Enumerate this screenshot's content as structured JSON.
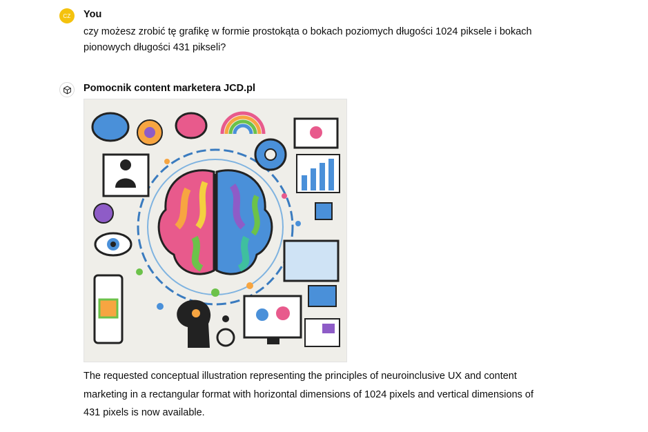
{
  "messages": [
    {
      "author": "You",
      "avatar_initials": "CZ",
      "text": "czy możesz zrobić tę grafikę w formie prostokąta o bokach poziomych długości 1024 piksele i bokach pionowych długości 431 pikseli?"
    },
    {
      "author": "Pomocnik content marketera JCD.pl",
      "avatar_icon": "cube-icon",
      "text": "The requested conceptual illustration representing the principles of neuroinclusive UX and content marketing in a rectangular format with horizontal dimensions of 1024 pixels and vertical dimensions of 431 pixels is now available."
    }
  ],
  "colors": {
    "user_avatar": "#f4c20d",
    "text": "#0d0d0d",
    "image_background": "#efeee9"
  }
}
